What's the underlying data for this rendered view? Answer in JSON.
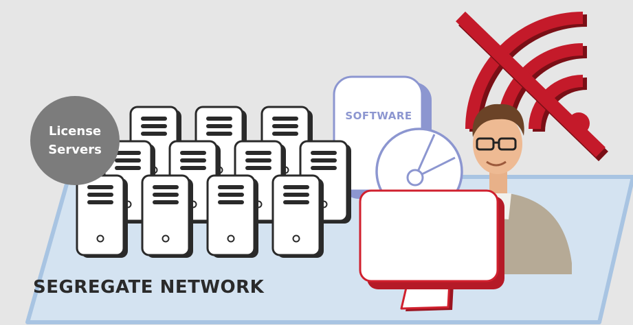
{
  "badge": {
    "line1": "License",
    "line2": "Servers"
  },
  "software_label": "SOFTWARE",
  "network_label": "SEGREGATE NETWORK",
  "colors": {
    "background": "#e6e6e6",
    "platform": "#d4e3f1",
    "platform_edge": "#a8c4e2",
    "badge": "#7c7c7c",
    "server_body": "#ffffff",
    "server_outline": "#2a2a2a",
    "software_accent": "#8c96d0",
    "monitor_accent": "#d0202e",
    "no_wifi": "#c41a2a"
  },
  "icons": {
    "servers": "server-tower-icon",
    "document": "software-document-icon",
    "gauge": "gauge-icon",
    "monitor": "desktop-monitor-icon",
    "no_wifi": "no-wifi-icon",
    "person": "person-with-glasses-icon"
  }
}
